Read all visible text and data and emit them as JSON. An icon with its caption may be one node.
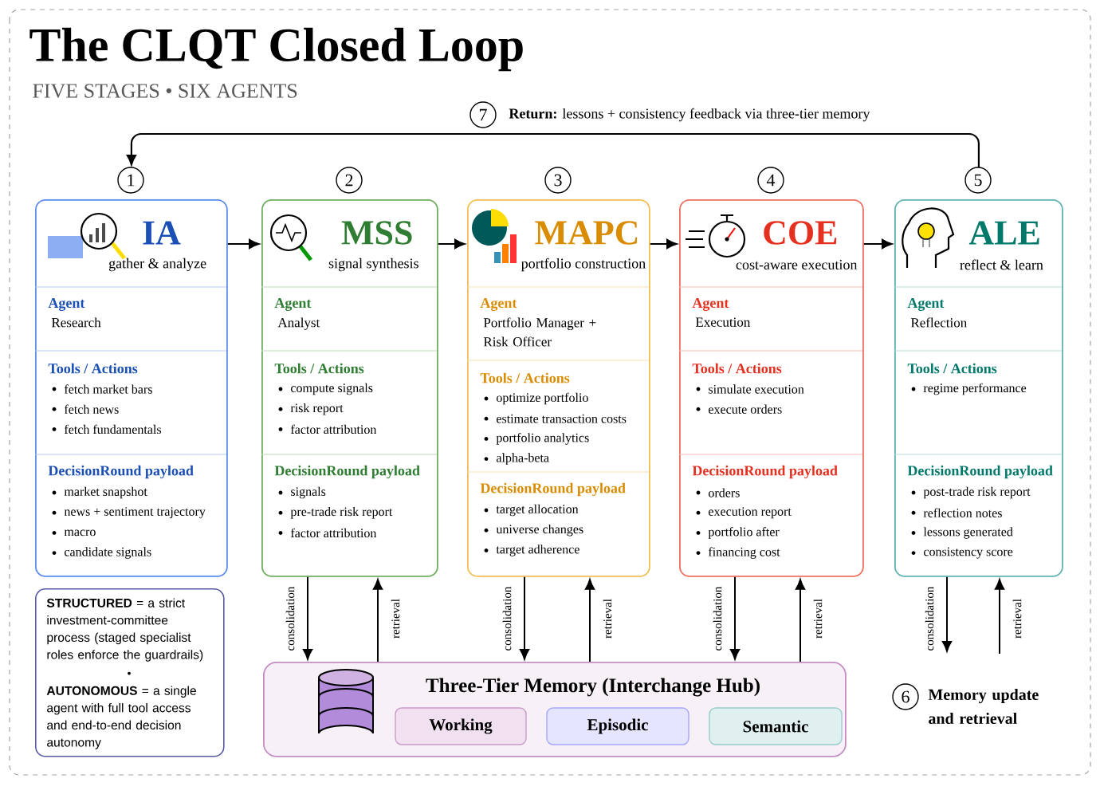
{
  "diagram": {
    "title": "The CLQT Closed Loop",
    "nodes": [
      {
        "text": [
          "IA",
          "gather & analyze"
        ],
        "beside": [
          "1"
        ]
      },
      {
        "text": [
          "Agent",
          "Research"
        ],
        "in": 0
      },
      {
        "text": [
          "Tools / Actions",
          "fetch market bars",
          "fetch news",
          "fetch fundamentals"
        ],
        "in": 0
      },
      {
        "text": [
          "DecisionRound payload",
          "market snapshot",
          "news + sentiment trajectory",
          "macro",
          "candidate signals"
        ],
        "in": 0
      },
      {
        "text": [
          "MSS",
          "signal synthesis"
        ],
        "beside": [
          "2"
        ]
      },
      {
        "text": [
          "Agent",
          "Analyst"
        ],
        "in": 4
      },
      {
        "text": [
          "Tools / Actions",
          "compute signals",
          "risk report",
          "factor attribution"
        ],
        "in": 4
      },
      {
        "text": [
          "DecisionRound payload",
          "signals",
          "pre-trade risk report",
          "factor attribution"
        ],
        "in": 4
      },
      {
        "text": [
          "MAPC",
          "portfolio construction"
        ],
        "beside": [
          "3"
        ]
      },
      {
        "text": [
          "Agent",
          "Portfolio Manager + Risk Officer"
        ],
        "in": 8
      },
      {
        "text": [
          "Tools / Actions",
          "optimize portfolio",
          "estimate transaction costs",
          "portfolio analytics",
          "alpha-beta"
        ],
        "in": 8
      },
      {
        "text": [
          "DecisionRound payload",
          "target allocation",
          "universe changes",
          "target adherence"
        ],
        "in": 8
      },
      {
        "text": [
          "COE",
          "cost-aware execution"
        ],
        "beside": [
          "4"
        ]
      },
      {
        "text": [
          "Agent",
          "Execution"
        ],
        "in": 12
      },
      {
        "text": [
          "Tools / Actions",
          "simulate execution",
          "execute orders"
        ],
        "in": 12
      },
      {
        "text": [
          "DecisionRound payload",
          "orders",
          "execution report",
          "portfolio after",
          "financing cost"
        ],
        "in": 12
      },
      {
        "text": [
          "ALE",
          "reflect & learn"
        ],
        "beside": [
          "5"
        ]
      },
      {
        "text": [
          "Agent",
          "Reflection"
        ],
        "in": 16
      },
      {
        "text": [
          "Tools / Actions",
          "regime performance"
        ],
        "in": 16
      },
      {
        "text": [
          "DecisionRound payload",
          "post-trade risk report",
          "reflection notes",
          "lessons generated",
          "consistency score"
        ],
        "in": 16
      },
      {
        "text": [
          "**STRUCTURED** = a strict investment-committee process (staged specialist roles enforce the guardrails)",
          "•",
          "**AUTONOMOUS** = a single agent with full tool access and end-to-end decision autonomy"
        ]
      },
      {
        "text": [
          "Three-Tier Memory (Interchange Hub)"
        ]
      },
      {
        "text": [
          "Working"
        ],
        "in": 21
      },
      {
        "text": [
          "Episodic"
        ],
        "in": 21
      },
      {
        "text": [
          "Semantic"
        ],
        "in": 21
      }
    ],
    "edges": [
      {
        "from": 0,
        "to": 4,
        "arrow": "to"
      },
      {
        "from": 4,
        "to": 8,
        "arrow": "to"
      },
      {
        "from": 8,
        "to": 12,
        "arrow": "to"
      },
      {
        "from": 12,
        "to": 16,
        "arrow": "to"
      },
      {
        "from": 16,
        "to": 0,
        "arrow": "to",
        "label": "**Return:** lessons + consistency feedback via three-tier memory"
      },
      {
        "from": 4,
        "to": 21,
        "arrow": "to",
        "label": "consolidation"
      },
      {
        "from": 21,
        "to": 4,
        "arrow": "to",
        "label": "retrieval"
      },
      {
        "from": 8,
        "to": 21,
        "arrow": "to",
        "label": "consolidation"
      },
      {
        "from": 21,
        "to": 8,
        "arrow": "to",
        "label": "retrieval"
      },
      {
        "from": 12,
        "to": 21,
        "arrow": "to",
        "label": "consolidation"
      },
      {
        "from": 21,
        "to": 12,
        "arrow": "to",
        "label": "retrieval"
      },
      {
        "from": 16,
        "to": null,
        "arrow": "to",
        "label": "consolidation"
      },
      {
        "from": null,
        "to": 16,
        "arrow": "to",
        "label": "retrieval"
      }
    ],
    "labels": [
      "FIVE STAGES • SIX AGENTS",
      "7",
      "6",
      "Memory update and retrieval"
    ]
  }
}
